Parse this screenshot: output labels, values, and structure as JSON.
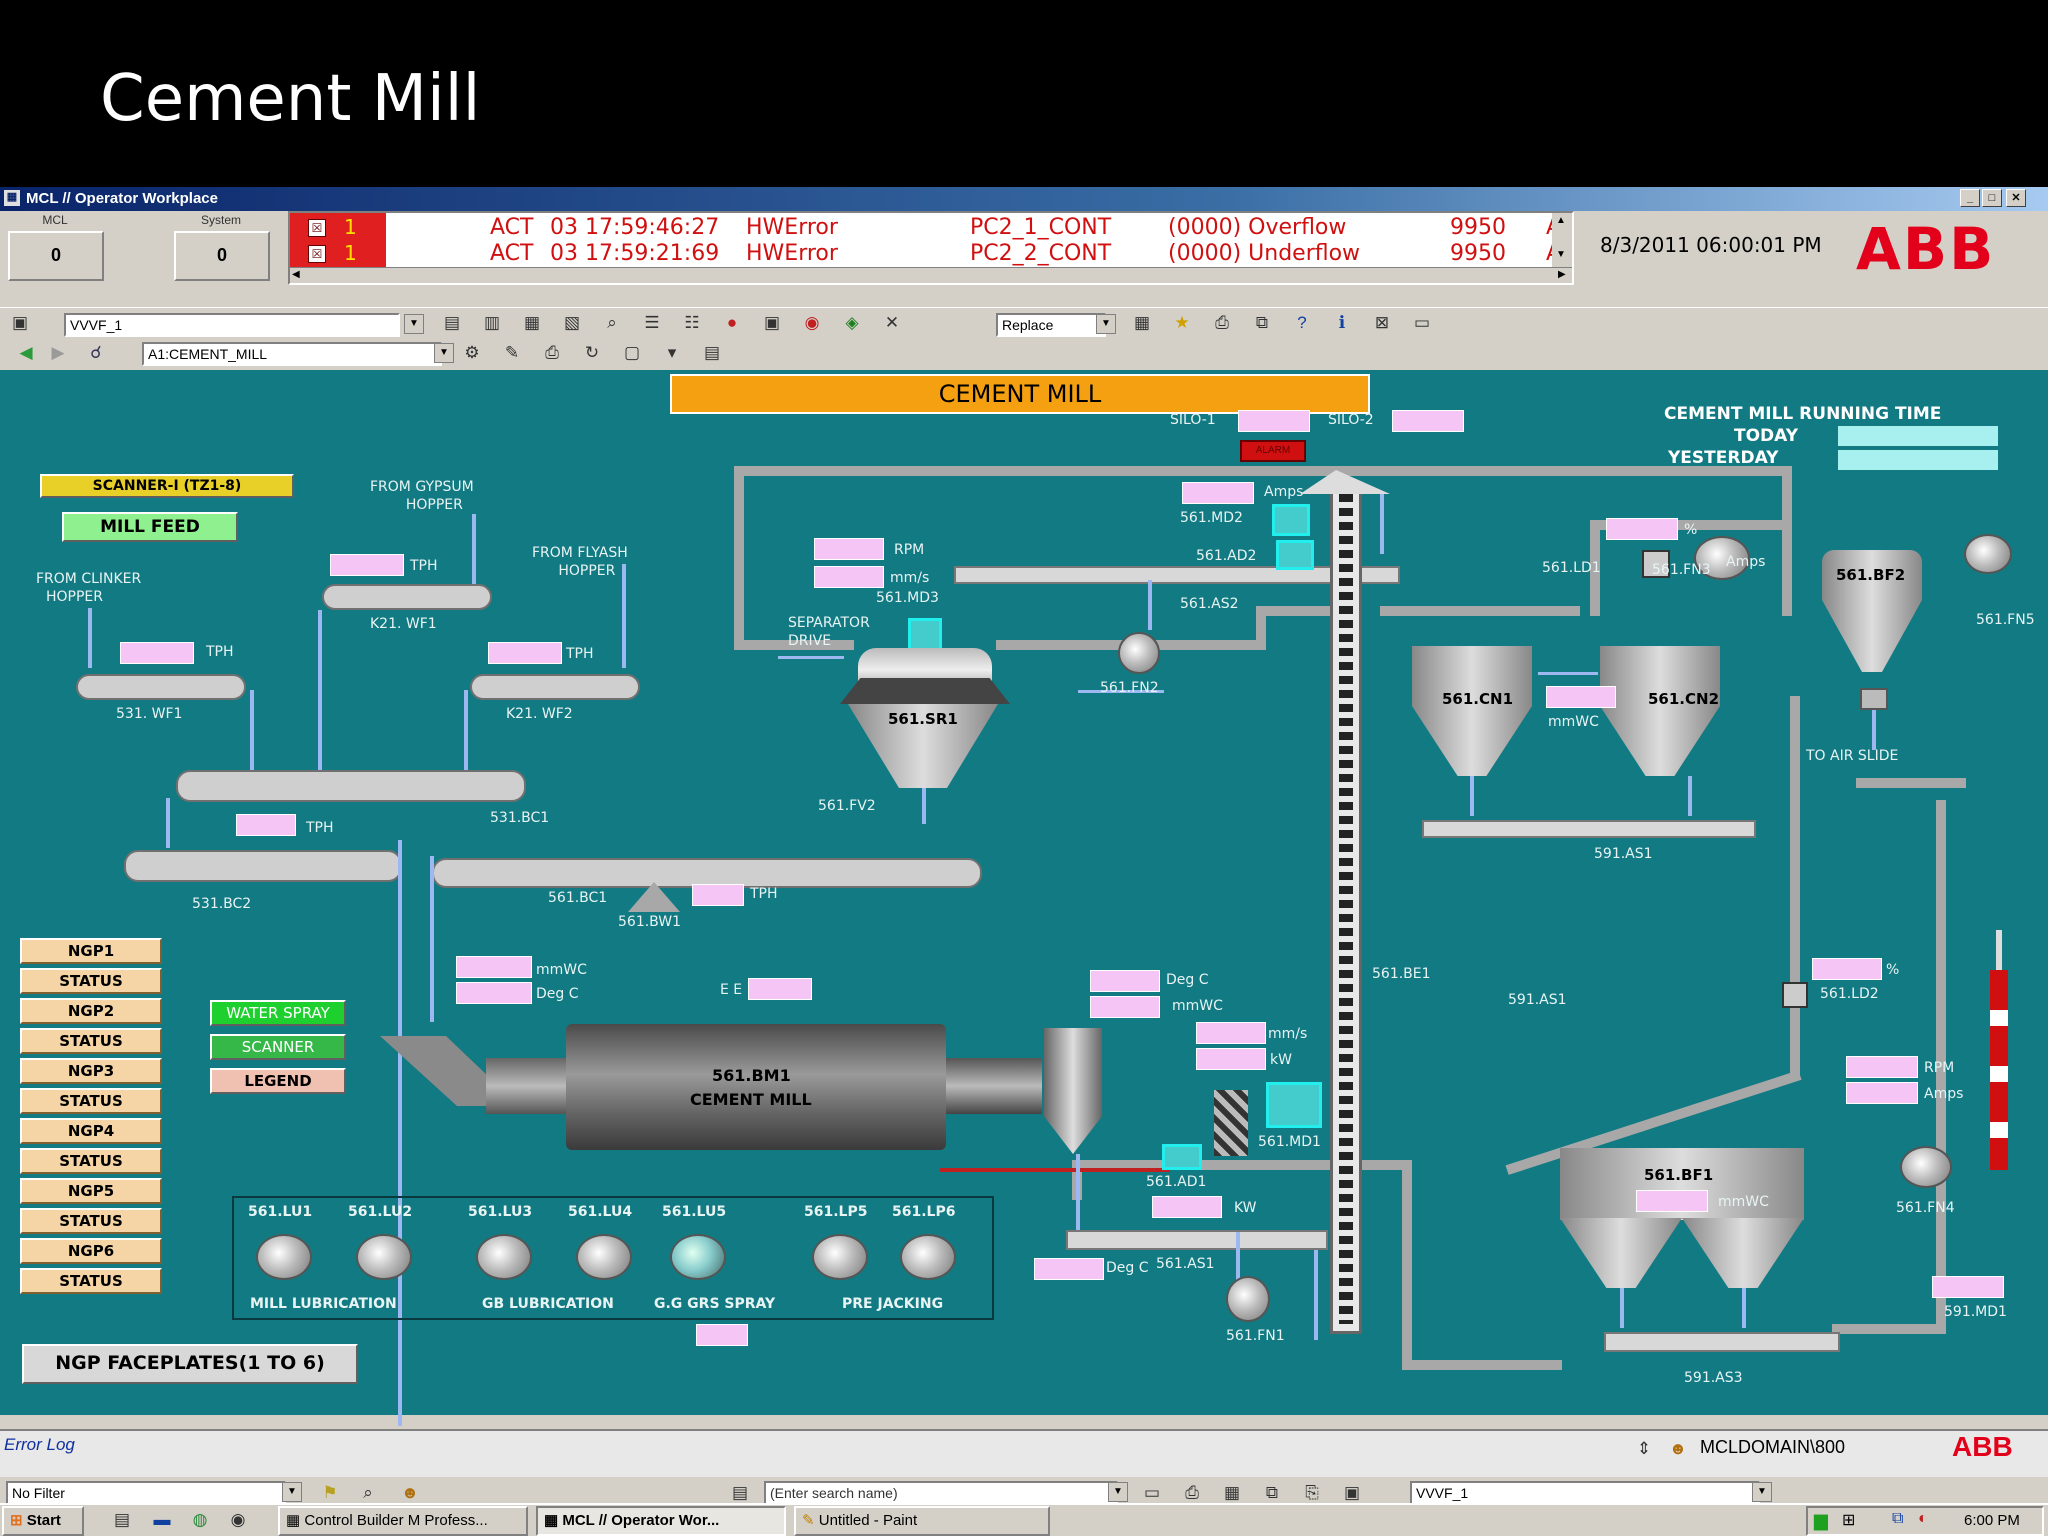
{
  "slide": {
    "title": "Cement Mill"
  },
  "window": {
    "title": "MCL // Operator Workplace",
    "controls": [
      "_",
      "□",
      "✕"
    ]
  },
  "counters": {
    "mcl_label": "MCL",
    "mcl_value": "0",
    "system_label": "System",
    "system_value": "0"
  },
  "alarms": [
    {
      "state": "ACT",
      "time": "03 17:59:46:27",
      "type": "HWError",
      "tag": "PC2_1_CONT",
      "desc": "(0000) Overflow",
      "code": "9950",
      "ack": "Acked"
    },
    {
      "state": "ACT",
      "time": "03 17:59:21:69",
      "type": "HWError",
      "tag": "PC2_2_CONT",
      "desc": "(0000) Underflow",
      "code": "9950",
      "ack": "Acked"
    }
  ],
  "datetime": "8/3/2011 06:00:01 PM",
  "brand": "ABB",
  "toolbar": {
    "object_combo": "VVVF_1",
    "replace_combo": "Replace",
    "path_combo": "A1:CEMENT_MILL"
  },
  "graphic": {
    "banner": "CEMENT MILL",
    "silo1": "SILO-1",
    "silo2": "SILO-2",
    "alarm": "ALARM",
    "running_title": "CEMENT MILL RUNNING TIME",
    "today": "TODAY",
    "yesterday": "YESTERDAY",
    "scanner": "SCANNER-I (TZ1-8)",
    "mill_feed": "MILL FEED",
    "from_gypsum": "FROM GYPSUM",
    "hopper": "HOPPER",
    "from_flyash": "FROM FLYASH",
    "from_clinker": "FROM CLINKER",
    "tph": "TPH",
    "k21wf1": "K21. WF1",
    "k21wf2": "K21. WF2",
    "wf531": "531. WF1",
    "bc531_1": "531.BC1",
    "bc531_2": "531.BC2",
    "bc561": "561.BC1",
    "bw561": "561.BW1",
    "rpm": "RPM",
    "mms": "mm/s",
    "md3": "561.MD3",
    "sep_drive": "SEPARATOR",
    "sep_drive2": "DRIVE",
    "amps": "Amps",
    "md2": "561.MD2",
    "ad2": "561.AD2",
    "as2": "561.AS2",
    "fn2": "561.FN2",
    "sr1": "561.SR1",
    "fv2": "561.FV2",
    "ld1": "561.LD1",
    "fn3": "561.FN3",
    "pct": "%",
    "bf2": "561.BF2",
    "fn5": "561.FN5",
    "air_slide": "TO AIR SLIDE",
    "cn1": "561.CN1",
    "cn2": "561.CN2",
    "mmwc": "mmWC",
    "as1_591": "591.AS1",
    "be1": "561.BE1",
    "ngp_items": [
      "NGP1",
      "STATUS",
      "NGP2",
      "STATUS",
      "NGP3",
      "STATUS",
      "NGP4",
      "STATUS",
      "NGP5",
      "STATUS",
      "NGP6",
      "STATUS"
    ],
    "water_spray": "WATER SPRAY",
    "scanner_btn": "SCANNER",
    "legend": "LEGEND",
    "degc": "Deg C",
    "ee": "E E",
    "bm1": "561.BM1",
    "cement_mill": "CEMENT MILL",
    "kw_lower": "kW",
    "kw_upper": "KW",
    "md1": "561.MD1",
    "ad1": "561.AD1",
    "as1": "561.AS1",
    "fn1": "561.FN1",
    "ld2": "561.LD2",
    "bf1": "561.BF1",
    "fn4": "561.FN4",
    "md1_591": "591.MD1",
    "as3": "591.AS3",
    "lube_tags": [
      "561.LU1",
      "561.LU2",
      "561.LU3",
      "561.LU4",
      "561.LU5",
      "561.LP5",
      "561.LP6"
    ],
    "lube_labels": [
      "MILL LUBRICATION",
      "GB LUBRICATION",
      "G.G GRS SPRAY",
      "PRE JACKING"
    ],
    "ngp_faceplates": "NGP FACEPLATES(1 TO 6)"
  },
  "errorlog": {
    "title": "Error Log",
    "domain": "MCLDOMAIN\\800"
  },
  "filterbar": {
    "filter": "No Filter",
    "search_placeholder": "(Enter search name)",
    "object": "VVVF_1"
  },
  "taskbar": {
    "start": "Start",
    "tasks": [
      "Control Builder M Profess...",
      "MCL // Operator Wor...",
      "Untitled - Paint"
    ],
    "clock": "6:00 PM"
  }
}
